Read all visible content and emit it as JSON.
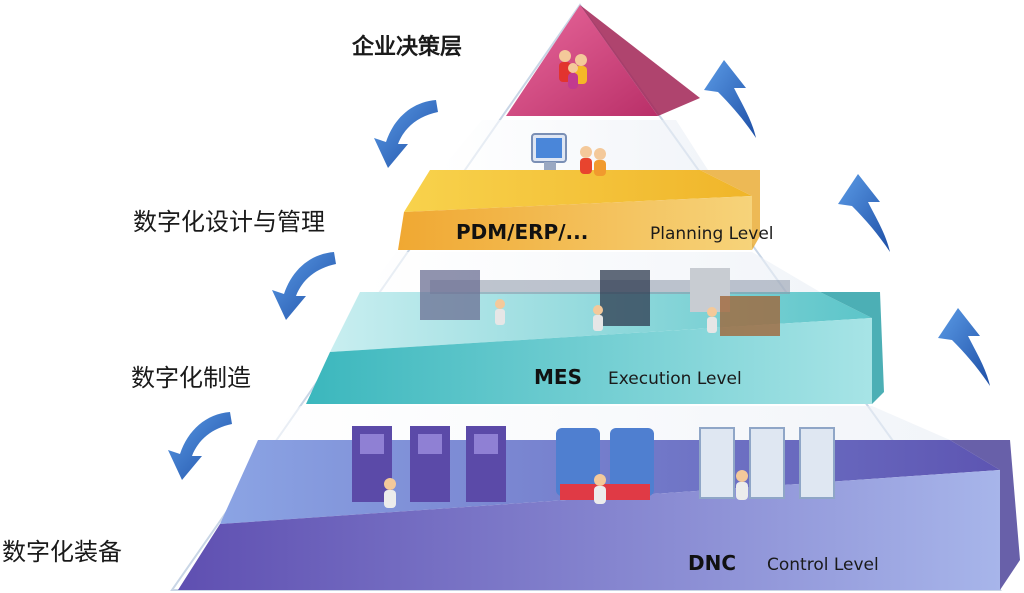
{
  "diagram": {
    "layers": [
      {
        "id": "decision",
        "label": "企业决策层",
        "code": "",
        "level": ""
      },
      {
        "id": "planning",
        "label": "数字化设计与管理",
        "code": "PDM/ERP/...",
        "level": "Planning Level"
      },
      {
        "id": "execution",
        "label": "数字化制造",
        "code": "MES",
        "level": "Execution Level"
      },
      {
        "id": "control",
        "label": "数字化装备",
        "code": "DNC",
        "level": "Control Level"
      }
    ],
    "colors": {
      "decision": "#d9467f",
      "planning": "#f1b62e",
      "execution": "#4fc1c6",
      "control": "#6b63b8",
      "arrow": "#2f6ec1",
      "outline": "#ffffff"
    },
    "icons": {
      "decision": "people-group-icon",
      "planning": "computer-people-icon",
      "execution": "production-line-icon",
      "control": "machine-tools-icon",
      "arrow_down": "curved-arrow-down-icon",
      "arrow_up": "curved-arrow-up-icon"
    }
  }
}
